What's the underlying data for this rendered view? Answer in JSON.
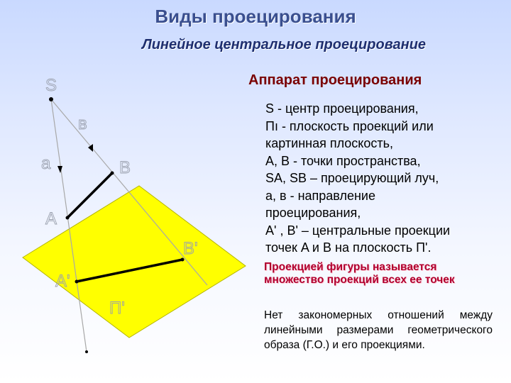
{
  "header": {
    "title": "Виды проецирования",
    "subtitle": "Линейное центральное проецирование"
  },
  "diagram": {
    "plane_color": "#ffff00",
    "labels": {
      "center": "S",
      "dir_b": "в",
      "dir_a": "a",
      "point_b": "B",
      "point_a": "A",
      "proj_b": "B'",
      "proj_a": "A'",
      "plane": "П'"
    }
  },
  "content": {
    "heading": "Аппарат проецирования",
    "definitions": [
      "S - центр проецирования,",
      "Пı - плоскость проекций или",
      "картинная плоскость,",
      "A, B - точки пространства,",
      "SA, SB – проецирующий луч,",
      "a, в  - направление",
      "проецирования,",
      "A' , B' – центральные  проекции",
      "точек A и B на плоскость П'."
    ],
    "highlight": "Проекцией фигуры называется множество проекций всех ее точек",
    "note": "Нет закономерных отношений между линейными размерами геометрического образа (Г.О.) и его проекциями."
  }
}
